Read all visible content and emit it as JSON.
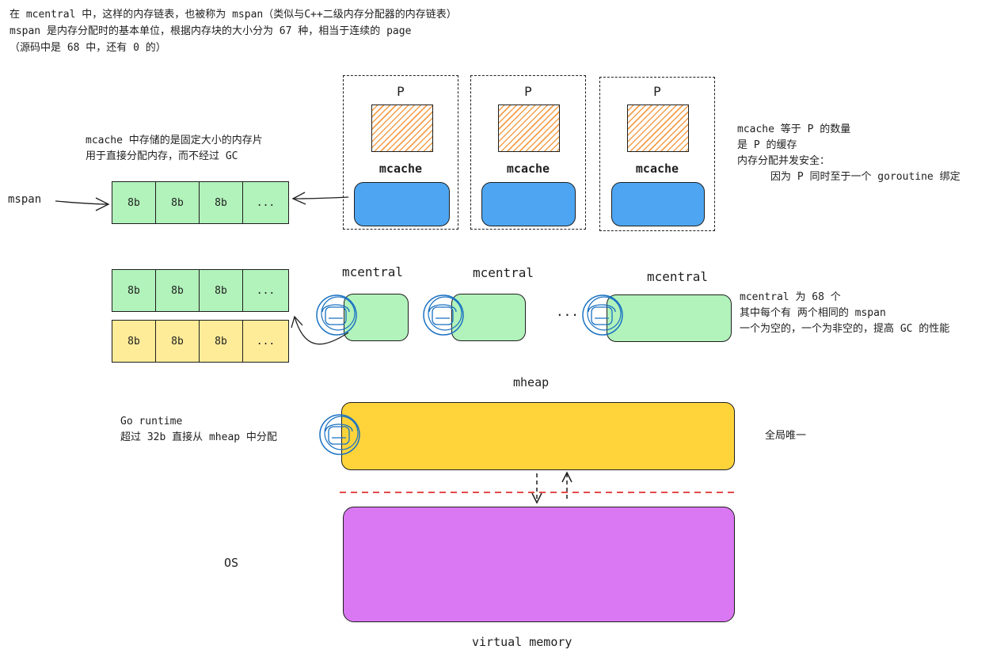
{
  "intro": {
    "line1": "在 mcentral 中，这样的内存链表，也被称为 mspan（类似与C++二级内存分配器的内存链表）",
    "line2": "mspan 是内存分配时的基本单位，根据内存块的大小分为 67 种，相当于连续的 page",
    "line3": "（源码中是 68 中，还有 0 的）"
  },
  "p_boxes": [
    {
      "title": "P",
      "cache_label": "mcache"
    },
    {
      "title": "P",
      "cache_label": "mcache"
    },
    {
      "title": "P",
      "cache_label": "mcache"
    }
  ],
  "mcache_note": {
    "line1": "mcache 中存储的是固定大小的内存片",
    "line2": "用于直接分配内存，而不经过 GC"
  },
  "mspan_label": "mspan",
  "span_row_top": [
    "8b",
    "8b",
    "8b",
    "..."
  ],
  "span_row_green": [
    "8b",
    "8b",
    "8b",
    "..."
  ],
  "span_row_yellow": [
    "8b",
    "8b",
    "8b",
    "..."
  ],
  "right_note": {
    "line1": "mcache 等于 P 的数量",
    "line2": "是 P 的缓存",
    "line3": "内存分配并发安全：",
    "line4": "因为 P 同时至于一个 goroutine 绑定"
  },
  "mcentral_labels": [
    "mcentral",
    "mcentral",
    "mcentral"
  ],
  "mcentral_ellipsis": "...",
  "mcentral_note": {
    "line1": "mcentral 为 68 个",
    "line2": "其中每个有 两个相同的 mspan",
    "line3": "一个为空的，一个为非空的，提高 GC 的性能"
  },
  "mheap_label": "mheap",
  "runtime_note": {
    "line1": "Go runtime",
    "line2": "超过 32b 直接从 mheap 中分配"
  },
  "mheap_note": "全局唯一",
  "os_label": "OS",
  "vm_label": "virtual memory",
  "colors": {
    "mcache": "#4ea6f2",
    "span_green": "#b2f2bb",
    "span_yellow": "#ffec99",
    "mheap": "#ffd43b",
    "os": "#da77f2",
    "hatch": "#f59f4a",
    "divider": "#e03131",
    "gopher": "#1971c2"
  }
}
